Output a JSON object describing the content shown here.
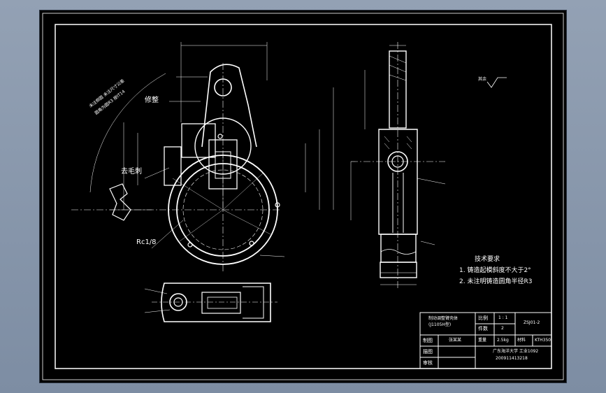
{
  "drawing": {
    "annotations": {
      "rough_label": "修整",
      "deburr_label": "去毛刺",
      "thread_label": "Rc1/8",
      "left_note_line1": "未注倒圆 未注尺寸公差",
      "left_note_line2": "圆角为圆R3 按IT14"
    },
    "tech_requirements": {
      "title": "技术要求",
      "item1": "1. 铸造起模斜度不大于2°",
      "item2": "2. 未注明铸造圆角半径R3"
    },
    "surface_note": "其余"
  },
  "title_block": {
    "part_name_line1": "制动调整臂壳体",
    "part_name_line2": "(J1105H型)",
    "scale_label": "比例",
    "scale_value": "1 : 1",
    "qty_label": "件数",
    "qty_value": "2",
    "drawing_no": "ZSJ01-2",
    "drawn_label": "制图",
    "drawn_name": "张某某",
    "weight_label": "重量",
    "weight_value": "2.5kg",
    "material_label": "材料",
    "material_value": "KTH350",
    "draw_label": "描图",
    "check_label": "审核",
    "school": "广东海洋大学 工业1092",
    "student_id": "200911413218"
  }
}
